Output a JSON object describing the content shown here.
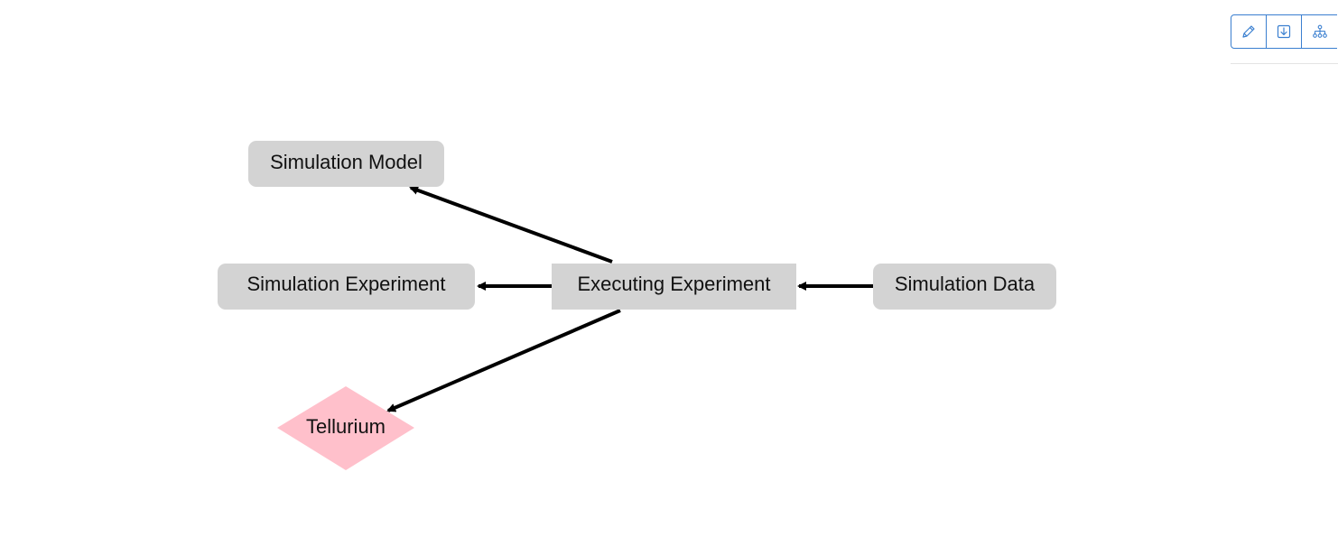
{
  "toolbar": {
    "buttons": [
      {
        "icon": "pencil-icon",
        "action": "edit"
      },
      {
        "icon": "download-icon",
        "action": "download"
      },
      {
        "icon": "hierarchy-icon",
        "action": "layout"
      }
    ],
    "accent_color": "#3a7fd0"
  },
  "diagram": {
    "colors": {
      "node_fill": "#d3d3d3",
      "diamond_fill": "#ffc0cb",
      "edge": "#000000"
    },
    "nodes": [
      {
        "id": "simulation_model",
        "label": "Simulation Model",
        "shape": "rounded-rect"
      },
      {
        "id": "simulation_experiment",
        "label": "Simulation Experiment",
        "shape": "rounded-rect"
      },
      {
        "id": "executing_experiment",
        "label": "Executing Experiment",
        "shape": "rect"
      },
      {
        "id": "simulation_data",
        "label": "Simulation Data",
        "shape": "rounded-rect"
      },
      {
        "id": "tellurium",
        "label": "Tellurium",
        "shape": "diamond"
      }
    ],
    "edges": [
      {
        "from": "executing_experiment",
        "to": "simulation_model"
      },
      {
        "from": "executing_experiment",
        "to": "simulation_experiment"
      },
      {
        "from": "simulation_data",
        "to": "executing_experiment"
      },
      {
        "from": "executing_experiment",
        "to": "tellurium"
      }
    ]
  }
}
